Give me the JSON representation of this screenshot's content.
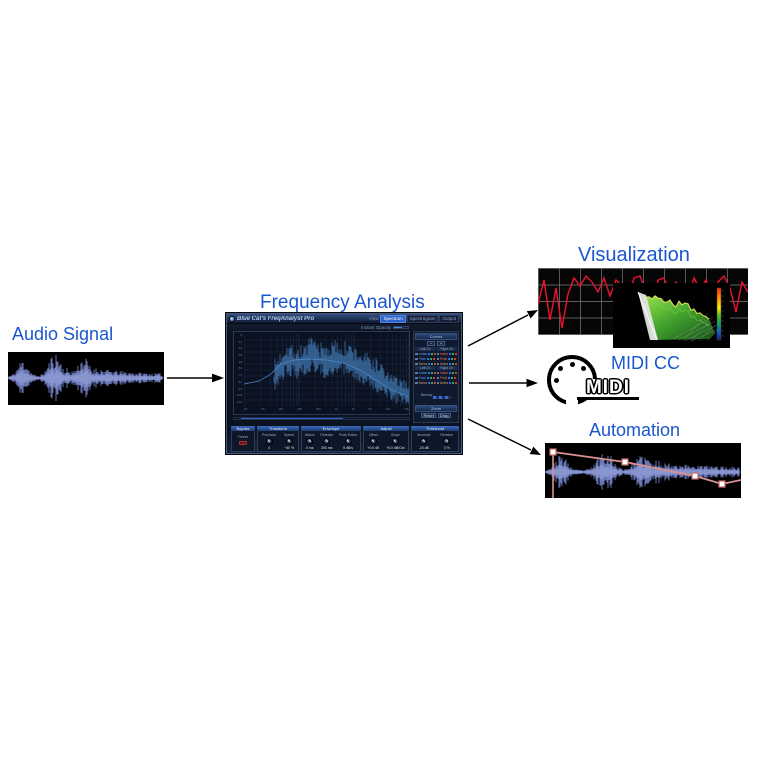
{
  "diagram": {
    "audio_label": "Audio Signal",
    "freq_label": "Frequency Analysis",
    "viz_label": "Visualization",
    "midi_label": "MIDI CC",
    "auto_label": "Automation",
    "midi_logo_text": "MIDI"
  },
  "colors": {
    "label_blue": "#1a56cd",
    "waveform_blue": "#7381c6",
    "automation_line": "#da9191",
    "midi_curve_red": "#ee1130",
    "spectrum_blue": "#4f91d2",
    "plugin_accent": "#2f62c4"
  },
  "plugin": {
    "title": "Blue Cat's FreqAnalyst Pro",
    "view_label": "View",
    "tabs": [
      "Spectrum",
      "Spectrogram",
      "Output"
    ],
    "active_tab": "Spectrum",
    "opacity_label": "Instant Opacity",
    "sidebar": {
      "header": "Curves",
      "minus_button": "−",
      "plus_button": "+",
      "channel_headers": [
        "Left Ch",
        "Right Ch"
      ],
      "curve_rows": [
        "Instant",
        "Peak",
        "Average"
      ],
      "memory_label": "Memory",
      "zoom_header": "Zoom",
      "zoom_buttons": [
        "Reset",
        "Drag"
      ]
    },
    "x_ticks": [
      "20",
      "50",
      "100",
      "200",
      "500",
      "1k",
      "2k",
      "5k",
      "10k",
      "20k"
    ],
    "y_ticks": [
      "0",
      "-12",
      "-24",
      "-36",
      "-48",
      "-60",
      "-72",
      "-84",
      "-96",
      "-108",
      "-120"
    ],
    "sections": [
      {
        "title": "Bypass",
        "controls": [
          {
            "label": "Freeze",
            "value": ""
          }
        ]
      },
      {
        "title": "Transform",
        "controls": [
          {
            "label": "Precision",
            "value": "4"
          },
          {
            "label": "Speed",
            "value": "~60 %"
          }
        ]
      },
      {
        "title": "Envelope",
        "controls": [
          {
            "label": "Attack",
            "value": "0 ms"
          },
          {
            "label": "Release",
            "value": "250 ms"
          },
          {
            "label": "Peak Rates",
            "value": "5 dB/s"
          }
        ]
      },
      {
        "title": "Adjust",
        "controls": [
          {
            "label": "Offset",
            "value": "+0.0 dB"
          },
          {
            "label": "Slope",
            "value": "+0.0 dB/Oct"
          }
        ]
      },
      {
        "title": "Threshold",
        "controls": [
          {
            "label": "Absolute",
            "value": "-20 dB"
          },
          {
            "label": "Relative",
            "value": "0 %"
          }
        ]
      }
    ]
  }
}
